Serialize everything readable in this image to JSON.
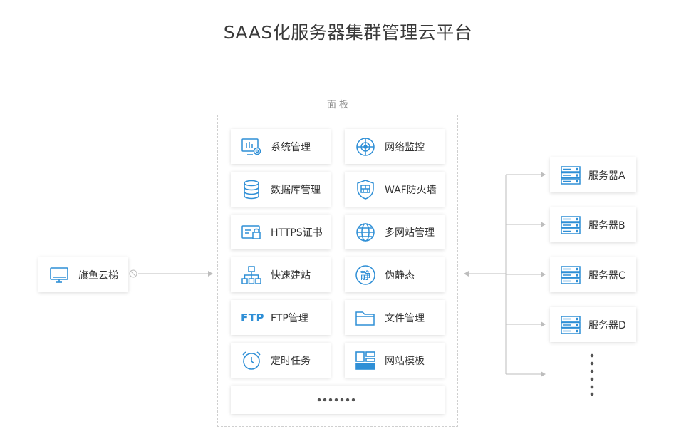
{
  "title": "SAAS化服务器集群管理云平台",
  "panel_label": "面 板",
  "client": {
    "label": "旗鱼云梯",
    "icon": "monitor-icon"
  },
  "modules": [
    {
      "label": "系统管理",
      "icon": "system-settings-icon"
    },
    {
      "label": "网络监控",
      "icon": "radar-monitor-icon"
    },
    {
      "label": "数据库管理",
      "icon": "database-icon"
    },
    {
      "label": "WAF防火墙",
      "icon": "firewall-shield-icon"
    },
    {
      "label": "HTTPS证书",
      "icon": "certificate-lock-icon"
    },
    {
      "label": "多网站管理",
      "icon": "globe-icon"
    },
    {
      "label": "快速建站",
      "icon": "sitemap-icon"
    },
    {
      "label": "伪静态",
      "icon": "static-char-icon"
    },
    {
      "label": "FTP管理",
      "icon": "ftp-icon",
      "icon_text": "FTP"
    },
    {
      "label": "文件管理",
      "icon": "folder-icon"
    },
    {
      "label": "定时任务",
      "icon": "alarm-clock-icon"
    },
    {
      "label": "网站模板",
      "icon": "template-grid-icon"
    }
  ],
  "static_icon_char": "静",
  "servers": [
    {
      "label": "服务器A",
      "icon": "server-rack-icon"
    },
    {
      "label": "服务器B",
      "icon": "server-rack-icon"
    },
    {
      "label": "服务器C",
      "icon": "server-rack-icon"
    },
    {
      "label": "服务器D",
      "icon": "server-rack-icon"
    }
  ],
  "colors": {
    "accent": "#2f8fd6",
    "line": "#bdbdbd",
    "dots": "#555555"
  }
}
